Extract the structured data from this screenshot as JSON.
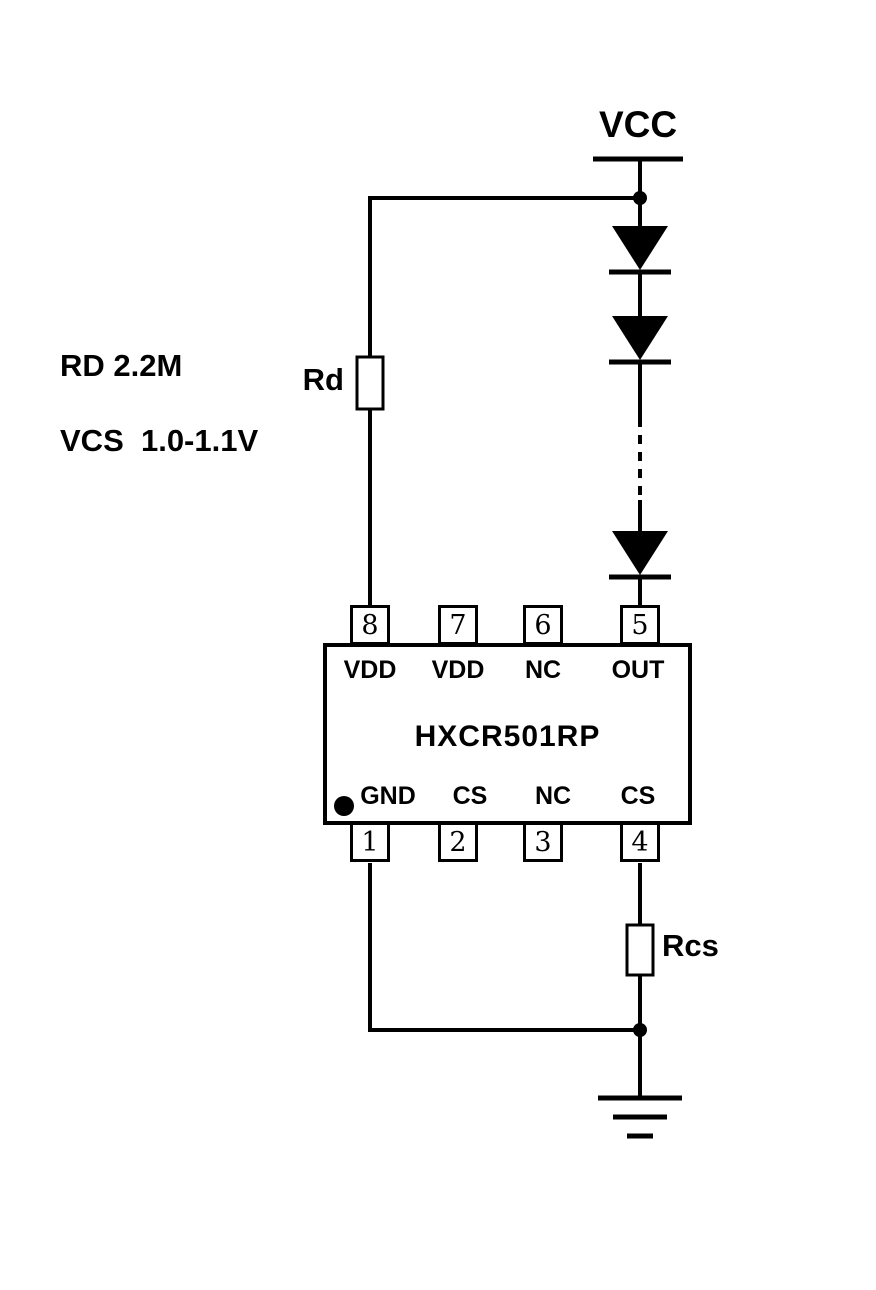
{
  "power": {
    "vcc": "VCC"
  },
  "notes": {
    "rd_value": "RD 2.2M",
    "vcs_value": "VCS  1.0-1.1V"
  },
  "resistors": {
    "rd": "Rd",
    "rcs": "Rcs"
  },
  "ic": {
    "part_number": "HXCR501RP",
    "top_pins": [
      {
        "number": "8",
        "label": "VDD"
      },
      {
        "number": "7",
        "label": "VDD"
      },
      {
        "number": "6",
        "label": "NC"
      },
      {
        "number": "5",
        "label": "OUT"
      }
    ],
    "bottom_pins": [
      {
        "number": "1",
        "label": "GND"
      },
      {
        "number": "2",
        "label": "CS"
      },
      {
        "number": "3",
        "label": "NC"
      },
      {
        "number": "4",
        "label": "CS"
      }
    ]
  }
}
